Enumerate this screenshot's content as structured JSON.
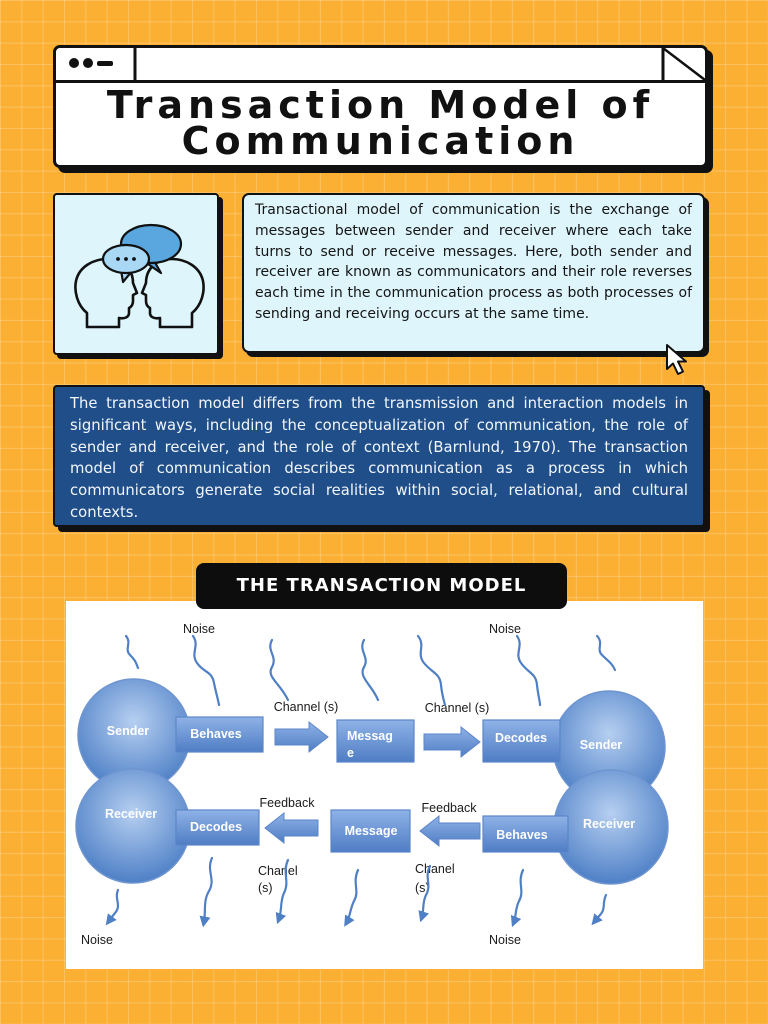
{
  "colors": {
    "background": "#fbb034",
    "panel": "#ddf5fb",
    "blue_panel": "#1f4e89",
    "label_pill": "#0d0d0d",
    "diagram_blue": "#4f7fc4"
  },
  "icons": {
    "window_controls": "window-controls-icon",
    "corner_fold": "corner-fold-icon",
    "conversation": "two-heads-talking-icon",
    "cursor": "cursor-arrow-icon"
  },
  "title": {
    "lines": [
      "Transaction Model of",
      "Communication"
    ]
  },
  "intro": {
    "text": "Transactional model of communication is the exchange of messages between sender and receiver where each take turns to send or receive messages. Here, both sender and receiver are known as communicators and their role reverses each time in the communication process as both processes of sending and receiving occurs at the same time."
  },
  "details": {
    "text": "The transaction model differs from the transmission and interaction models in significant ways, including the conceptualization of communication, the role of sender and receiver, and the role of context (Barnlund, 1970). The transaction model of communication describes communication as a process in which communicators generate social realities within social, relational, and cultural contexts."
  },
  "section_label": "THE TRANSACTION MODEL",
  "diagram": {
    "left": {
      "sender": "Sender",
      "receiver": "Receiver"
    },
    "right": {
      "sender": "Sender",
      "receiver": "Receiver"
    },
    "top_row": {
      "behaves": "Behaves",
      "message_lines": [
        "Messag",
        "e"
      ],
      "decodes": "Decodes",
      "channel_left": "Channel (s)",
      "channel_right": "Channel (s)"
    },
    "bottom_row": {
      "decodes": "Decodes",
      "message": "Message",
      "behaves": "Behaves",
      "feedback_left": "Feedback",
      "feedback_right": "Feedback",
      "chanel_left_lines": [
        "Chanel",
        "(s)"
      ],
      "chanel_right_lines": [
        "Chanel",
        "(s)"
      ]
    },
    "noise": {
      "top_left": "Noise",
      "top_right": "Noise",
      "bottom_left": "Noise",
      "bottom_right": "Noise"
    }
  }
}
